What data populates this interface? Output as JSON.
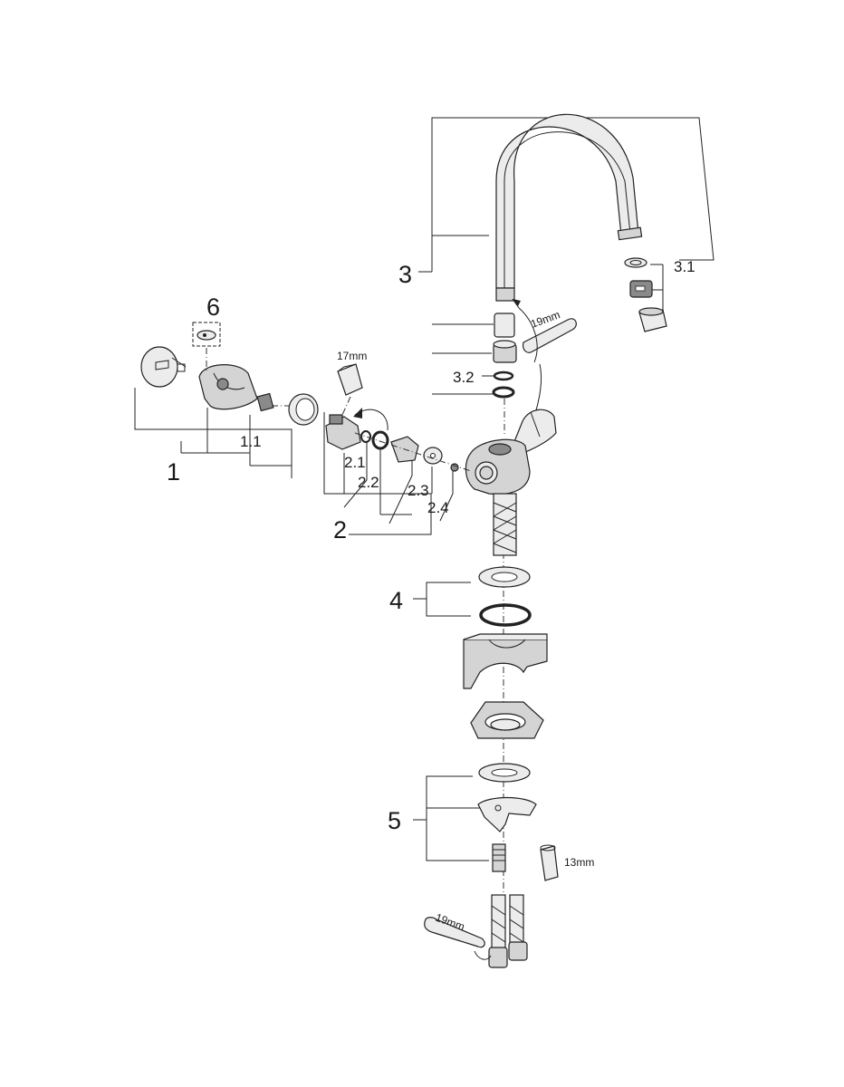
{
  "labels": {
    "l1": "1",
    "l1_1": "1.1",
    "l2": "2",
    "l2_1": "2.1",
    "l2_2": "2.2",
    "l2_3": "2.3",
    "l2_4": "2.4",
    "l3": "3",
    "l3_1": "3.1",
    "l3_2": "3.2",
    "l4": "4",
    "l5": "5",
    "l6": "6"
  },
  "tools": {
    "wrench_top": "19mm",
    "wrench_bottom": "19mm",
    "hex_17": "17mm",
    "hex_13": "13mm"
  }
}
